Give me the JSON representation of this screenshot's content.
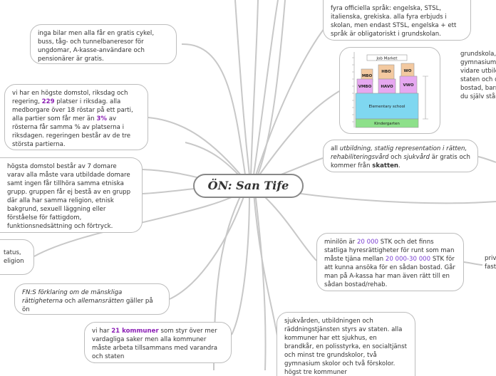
{
  "center": {
    "title": "ÖN: San Tife"
  },
  "left_nodes": {
    "cars": "inga bilar men alla får en gratis cykel, buss, tåg- och tunnelbaneresor för ungdomar, A-kasse-användare och pensionärer är gratis.",
    "court": {
      "p1": "vi har en högste domstol, riksdag och regering, ",
      "n1": "229",
      "p2": " platser i riksdag. alla medborgare över 18 röstar på ett parti, alla partier som får mer än ",
      "n2": "3%",
      "p3": " av rösterna får samma % av platserna i riksdagen. regeringen består av de tre största partierna."
    },
    "judges": "högsta domstol består av 7 domare varav alla måste vara utbildade domare samt ingen får tillhöra samma etniska grupp. gruppen får ej bestå av en grupp där alla har samma religion, etnisk bakgrund, sexuell läggning eller förståelse för fattigdom, funktionsnedsättning och förtryck.",
    "status_l1": "tatus,",
    "status_l2": "eligion",
    "fn": {
      "p1": "FN:S förklaring om de mänskliga rättigheterna",
      "p2": " och ",
      "p3": "allemansrätten",
      "p4": " gäller på ön"
    },
    "kommuner": {
      "p1": "vi har ",
      "n": "21 kommuner",
      "p2": " som styr över mer vardagliga saker men alla kommuner måste arbeta tillsammans med varandra och staten"
    }
  },
  "right_nodes": {
    "languages": "fyra officiella språk: engelska, STSL, italienska, grekiska. alla fyra erbjuds i skolan, men endast STSL, engelska + ett språk är obligatoriskt i grundskolan.",
    "school_clip_l1": "grundskola,",
    "school_clip_l2": "gymnasium",
    "school_clip_l3": "vidare utbild",
    "school_clip_l4": "staten och d",
    "school_clip_l5": "bostad, barn",
    "school_clip_l6": "du själv stån",
    "education": {
      "p1": "all ",
      "p2": "utbildning, statlig representation i rätten, rehabiliteringsvård",
      "p3": " och ",
      "p4": "sjukvård",
      "p5": " är gratis och kommer från ",
      "p6": "skatten",
      "p7": "."
    },
    "wage": {
      "p1": "minilön är ",
      "n1": "20 000",
      "p2": " STK och det finns statliga hyresrättigheter för runt  som man måste tjäna mellan ",
      "n2": "20 000-30 000",
      "p3": " STK för att kunna ansöka för en sådan bostad. Går man på A-kassa har man även rätt till en sådan bostad/rehab."
    },
    "priv_clip_l1": "priv",
    "priv_clip_l2": "fast",
    "health": "sjukvården, utbildningen och räddningstjänsten styrs av staten. alla kommuner har ett sjukhus, en brandkår, en polisstyrka, en socialtjänst och minst tre grundskolor, två gymnasium skolor och två förskolor. högst tre kommuner"
  },
  "edu_diagram": {
    "job_market": "Job Market",
    "mbo": "MBO",
    "hbo": "HBO",
    "wo": "WO",
    "vmbo": "VMBO",
    "havo": "HAVO",
    "vwo": "VWO",
    "elementary": "Elementary school",
    "kindergarten": "Kindergarten",
    "colors": {
      "job": "#f3c9a0",
      "upper": "#f4a6a0",
      "secondary": "#e6a8f0",
      "elementary": "#7fd7f0",
      "kindergarten": "#8de08a"
    }
  }
}
